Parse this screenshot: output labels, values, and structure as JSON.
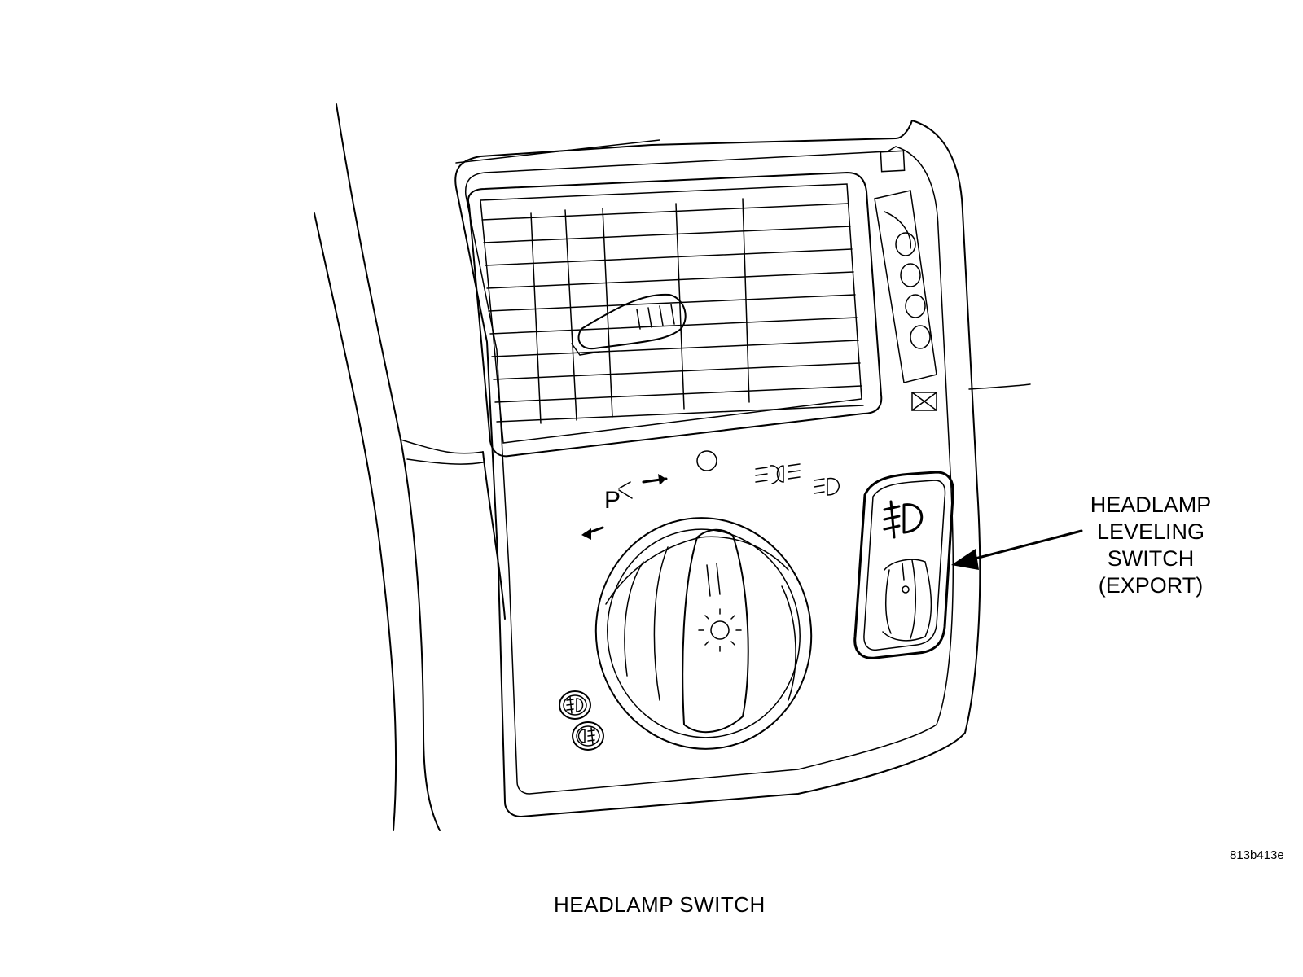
{
  "callout": {
    "lines": [
      "HEADLAMP",
      "LEVELING",
      "SWITCH",
      "(EXPORT)"
    ]
  },
  "figure_id": "813b413e",
  "caption": "HEADLAMP SWITCH",
  "symbols": {
    "park": "P",
    "off": "O"
  },
  "icons": [
    "air-vent-icon",
    "headlamp-rotary-knob-icon",
    "fog-lamp-icon",
    "leveling-thumbwheel-icon",
    "arrow-icon"
  ]
}
